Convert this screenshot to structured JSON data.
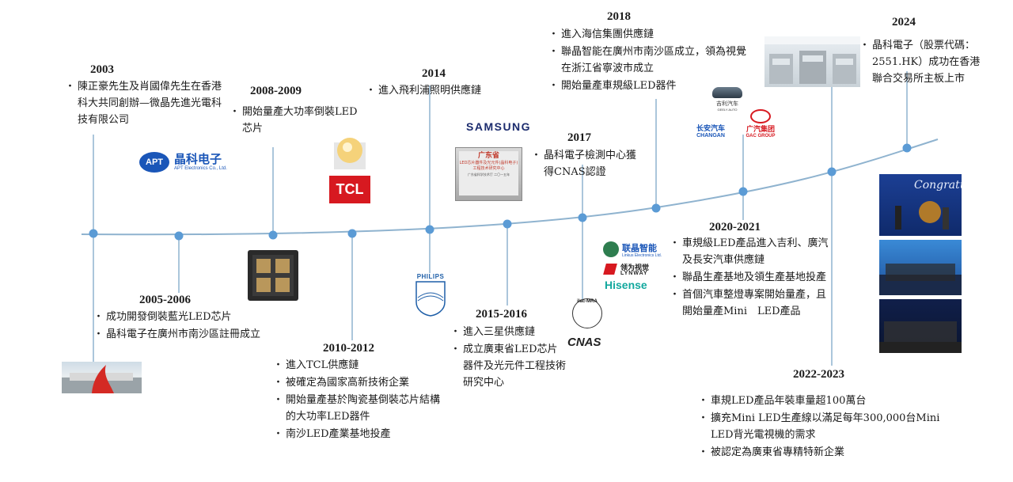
{
  "colors": {
    "line": "#8fb3cf",
    "node": "#5b9bd5",
    "accent": "#1a56b8",
    "tcl_red": "#d71920"
  },
  "milestones": [
    {
      "year": "2003",
      "events": [
        "陳正豪先生及肖國偉先生在香港科大共同創辦—微晶先進光電科技有限公司"
      ]
    },
    {
      "year": "2005-2006",
      "events": [
        "成功開發倒裝藍光LED芯片",
        "晶科電子在廣州市南沙區註冊成立"
      ]
    },
    {
      "year": "2008-2009",
      "events": [
        "開始量產大功率倒裝LED芯片"
      ]
    },
    {
      "year": "2010-2012",
      "events": [
        "進入TCL供應鏈",
        "被確定為國家高新技術企業",
        "開始量產基於陶瓷基倒裝芯片結構的大功率LED器件",
        "南沙LED產業基地投產"
      ]
    },
    {
      "year": "2014",
      "events": [
        "進入飛利浦照明供應鏈"
      ]
    },
    {
      "year": "2015-2016",
      "events": [
        "進入三星供應鏈",
        "成立廣東省LED芯片器件及光元件工程技術研究中心"
      ]
    },
    {
      "year": "2017",
      "events": [
        "晶科電子檢測中心獲得CNAS認證"
      ]
    },
    {
      "year": "2018",
      "events": [
        "進入海信集團供應鏈",
        "聯晶智能在廣州市南沙區成立，領為視覺在浙江省寧波市成立",
        "開始量產車規級LED器件"
      ]
    },
    {
      "year": "2020-2021",
      "events": [
        "車規級LED產品進入吉利、廣汽及長安汽車供應鏈",
        "聯晶生產基地及領生產基地投產",
        "首個汽車整燈專案開始量產，且開始量產Mini　LED產品"
      ]
    },
    {
      "year": "2022-2023",
      "events": [
        "車規LED產品年裝車量超100萬台",
        "擴充Mini LED生產線以滿足每年300,000台Mini LED背光電視機的需求",
        "被認定為廣東省專精特新企業"
      ]
    },
    {
      "year": "2024",
      "events": [
        "晶科電子（股票代碼：2551.HK）成功在香港聯合交易所主板上市"
      ]
    }
  ],
  "logos": {
    "apt_name": "晶科电子",
    "apt_sub": "APT Electronics Co., Ltd.",
    "apt_badge": "APT",
    "tcl": "TCL",
    "samsung": "SAMSUNG",
    "plaque_title": "广东省",
    "plaque_body": "LED芯片器件及光元件(晶科电子)工程技术研究中心",
    "plaque_foot": "广东省科学技术厅 二〇一五年",
    "philips": "PHILIPS",
    "ilac": "ilac-MRA",
    "cnas": "CNAS",
    "lianjing": "联晶智能",
    "lianjing_sub": "Linkus Electronics Ltd.",
    "lynway_cn": "领为视觉",
    "lynway": "LYNWAY",
    "hisense": "Hisense",
    "geely_cn": "吉利汽车",
    "geely": "GEELY AUTO",
    "changan_cn": "长安汽车",
    "changan": "CHANGAN",
    "gac_cn": "广汽集团",
    "gac": "GAC GROUP",
    "congrats": "Congratu"
  }
}
